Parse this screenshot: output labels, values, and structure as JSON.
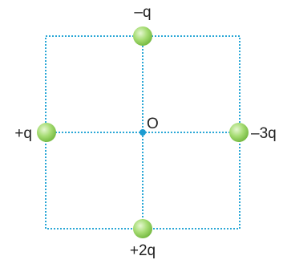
{
  "labels": {
    "top": "–q",
    "left": "+q",
    "right": "–3q",
    "bottom": "+2q",
    "center": "O"
  },
  "colors": {
    "line": "#2aa7d6",
    "charge_fill": "#9fd86a",
    "charge_edge": "#7fbf4a",
    "center_dot": "#1b9bd1"
  }
}
